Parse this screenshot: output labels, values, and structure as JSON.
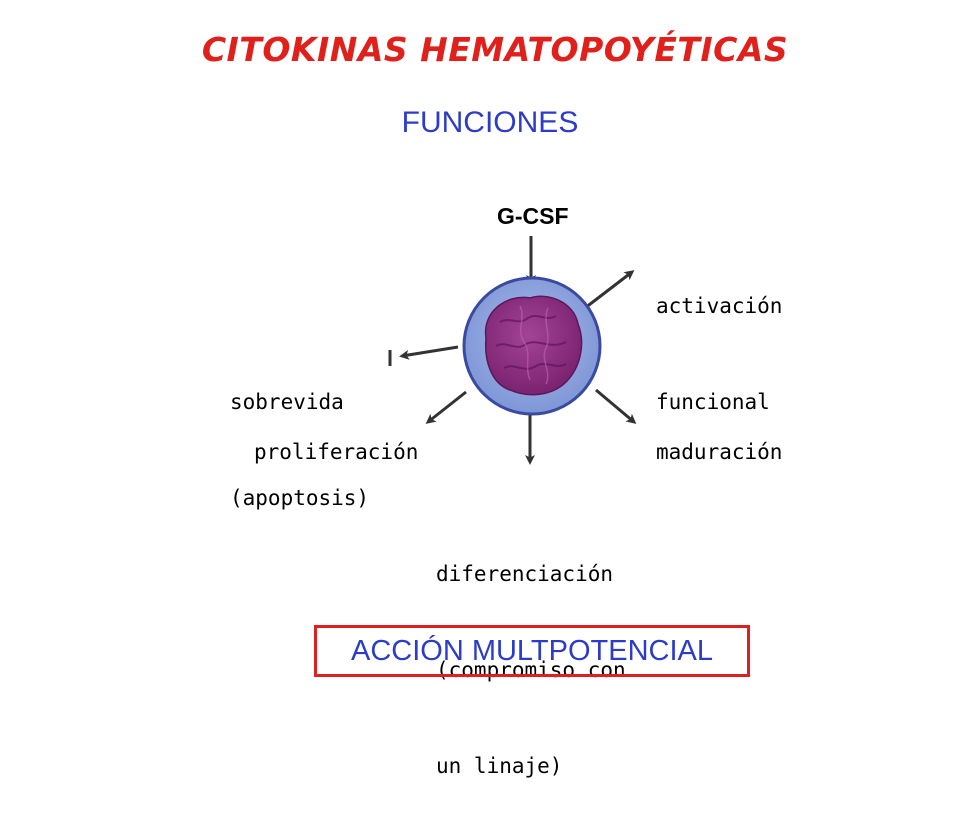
{
  "header": {
    "title": "CITOKINAS HEMATOPOYÉTICAS",
    "subtitle": "FUNCIONES"
  },
  "diagram": {
    "stimulus": "G-CSF",
    "outcomes": {
      "activation_line1": "activación",
      "activation_line2": "funcional",
      "survival_line1": "sobrevida",
      "survival_line2": "(apoptosis)",
      "proliferation": "proliferación",
      "maturation": "maduración",
      "differentiation_line1": "diferenciación",
      "differentiation_line2": "(compromiso con",
      "differentiation_line3": "un linaje)"
    }
  },
  "footer": {
    "action": "ACCIÓN MULTPOTENCIAL"
  },
  "colors": {
    "title": "#e0201b",
    "subtitle": "#2c3cc8",
    "footer_text": "#2c3cc8",
    "box_border": "#e02020",
    "cell_body": "#8fa6df",
    "cell_outline": "#3a4aa0",
    "nucleus": "#8e2f80",
    "nucleus_dark": "#5c1659",
    "arrow": "#333333"
  }
}
